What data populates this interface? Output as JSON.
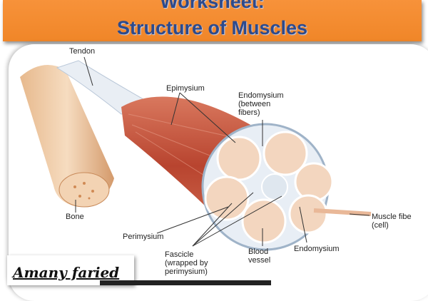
{
  "title": {
    "line1": "Worksheet:",
    "line2": "Structure of Muscles"
  },
  "labels": {
    "tendon": "Tendon",
    "epimysium": "Epimysium",
    "endomysium_top": "Endomysium\n(between\nfibers)",
    "bone": "Bone",
    "muscle_fiber": "Muscle fibe\n(cell)",
    "perimysium": "Perimysium",
    "fascicle": "Fascicle\n(wrapped by\nperimysium)",
    "blood_vessel": "Blood\nvessel",
    "endomysium_bottom": "Endomysium"
  },
  "author": "Amany faried",
  "colors": {
    "banner": "#f08628",
    "title": "#2d4a8c",
    "muscle": "#c0573f"
  }
}
